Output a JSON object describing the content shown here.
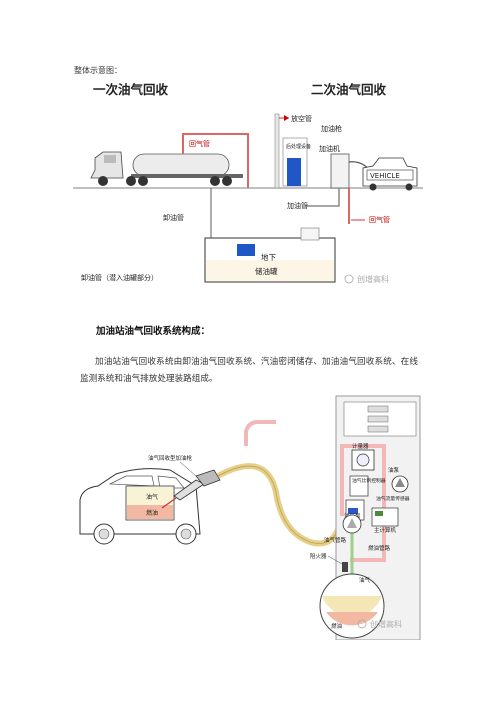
{
  "figure1": {
    "caption": "整体示意图：",
    "title_primary": "一次油气回收",
    "title_secondary": "二次油气回收",
    "labels": {
      "vent_pipe": "放空管",
      "vapor_return_pipe_1": "回气管",
      "treatment_equipment": "后处理设备",
      "nozzle": "加油枪",
      "dispenser": "加油机",
      "vehicle": "VEHICLE",
      "fuel_pipe": "加油管",
      "vapor_return_pipe_2": "回气管",
      "unloading_pipe": "卸油管",
      "underground": "地下",
      "storage_tank": "储油罐",
      "unloading_pipe_note": "卸油管（潜入油罐部分）",
      "watermark": "创增高科"
    }
  },
  "heading": "加油站油气回收系统构成：",
  "paragraph": "加油站油气回收系统由卸油油气回收系统、汽油密闭储存、加油油气回收系统、在线监测系统和油气排放处理装路组成。",
  "figure2": {
    "labels": {
      "nozzle": "油气回收型加油枪",
      "car_vapor": "油气",
      "car_fuel": "燃油",
      "meter": "计量器",
      "proportional_valve": "油气比例控制器",
      "vapor_pump": "油气泵",
      "fuel_pump": "油泵",
      "flow_sensor": "油气流量传感器",
      "controller": "主计算机",
      "flame_arrester": "阻火器",
      "vapor_pipe": "油气管路",
      "fuel_pipe": "燃油管路",
      "tank_vapor": "油气",
      "tank_fuel": "燃油",
      "watermark": "创增高科"
    }
  }
}
